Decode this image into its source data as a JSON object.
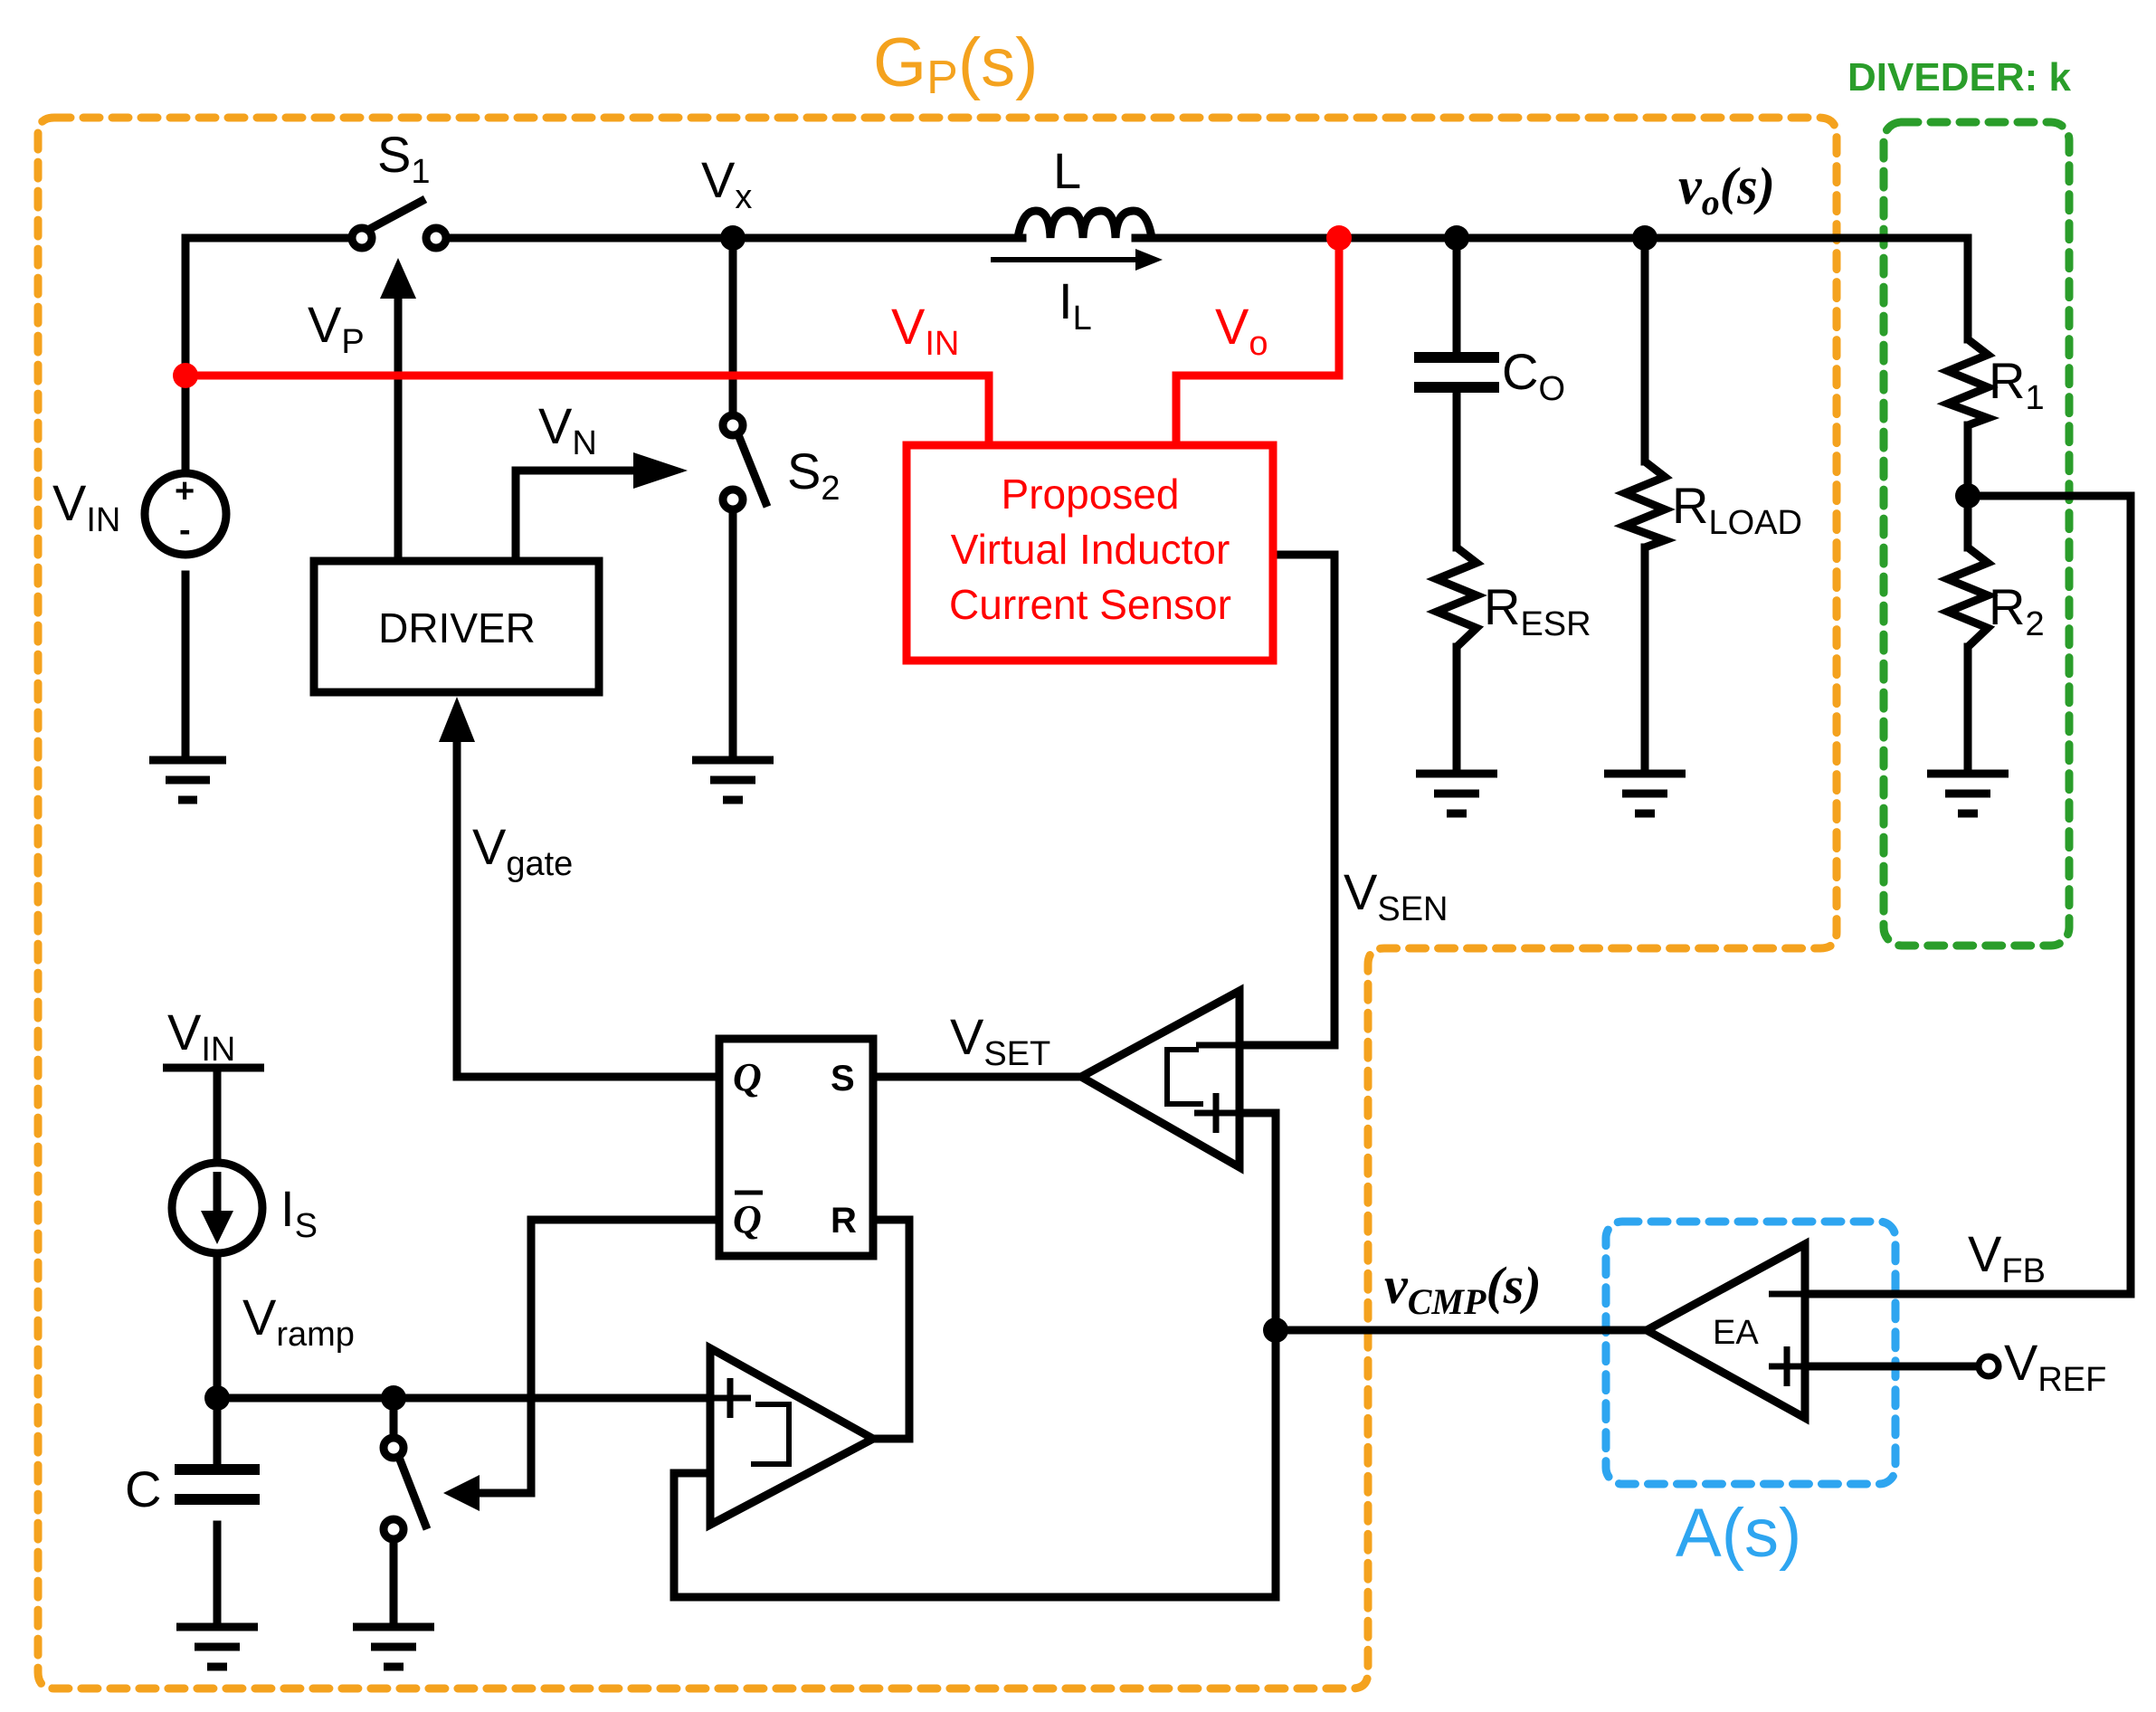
{
  "blocks": {
    "gp_title": "G",
    "gp_title_sub": "P",
    "gp_title_tail": "(s)",
    "divider_title": "DIVEDER: k",
    "as_title": "A(s)",
    "driver": "DRIVER",
    "sensor_line1": "Proposed",
    "sensor_line2": "Virtual Inductor",
    "sensor_line3": "Current Sensor",
    "ea": "EA"
  },
  "labels": {
    "s1": {
      "main": "S",
      "sub": "1"
    },
    "s2": {
      "main": "S",
      "sub": "2"
    },
    "vx": {
      "main": "V",
      "sub": "x"
    },
    "l": {
      "main": "L"
    },
    "il": {
      "main": "I",
      "sub": "L"
    },
    "vo_s": {
      "main": "v",
      "sub": "o",
      "tail": "(s)"
    },
    "vp": {
      "main": "V",
      "sub": "P"
    },
    "vn": {
      "main": "V",
      "sub": "N"
    },
    "vin_src": {
      "main": "V",
      "sub": "IN"
    },
    "vin_red": {
      "main": "V",
      "sub": "IN"
    },
    "vo_red": {
      "main": "V",
      "sub": "o"
    },
    "co": {
      "main": "C",
      "sub": "O"
    },
    "resr": {
      "main": "R",
      "sub": "ESR"
    },
    "rload": {
      "main": "R",
      "sub": "LOAD"
    },
    "r1": {
      "main": "R",
      "sub": "1"
    },
    "r2": {
      "main": "R",
      "sub": "2"
    },
    "vgate": {
      "main": "V",
      "sub": "gate"
    },
    "vsen": {
      "main": "V",
      "sub": "SEN"
    },
    "vset": {
      "main": "V",
      "sub": "SET"
    },
    "vin_bottom": {
      "main": "V",
      "sub": "IN"
    },
    "is": {
      "main": "I",
      "sub": "S"
    },
    "vramp": {
      "main": "V",
      "sub": "ramp"
    },
    "c": {
      "main": "C"
    },
    "vcmp": {
      "main": "v",
      "sub": "CMP",
      "tail": "(s)"
    },
    "vfb": {
      "main": "V",
      "sub": "FB"
    },
    "vref": {
      "main": "V",
      "sub": "REF"
    },
    "sr_q": "Q",
    "sr_qbar": "Q",
    "sr_s": "S",
    "sr_r": "R",
    "plus": "+",
    "minus": "-"
  },
  "colors": {
    "wire": "#000000",
    "sensor": "#ff0000",
    "gp_box": "#f4a21e",
    "divider_box": "#2a9d2a",
    "as_box": "#2ea5f0"
  }
}
